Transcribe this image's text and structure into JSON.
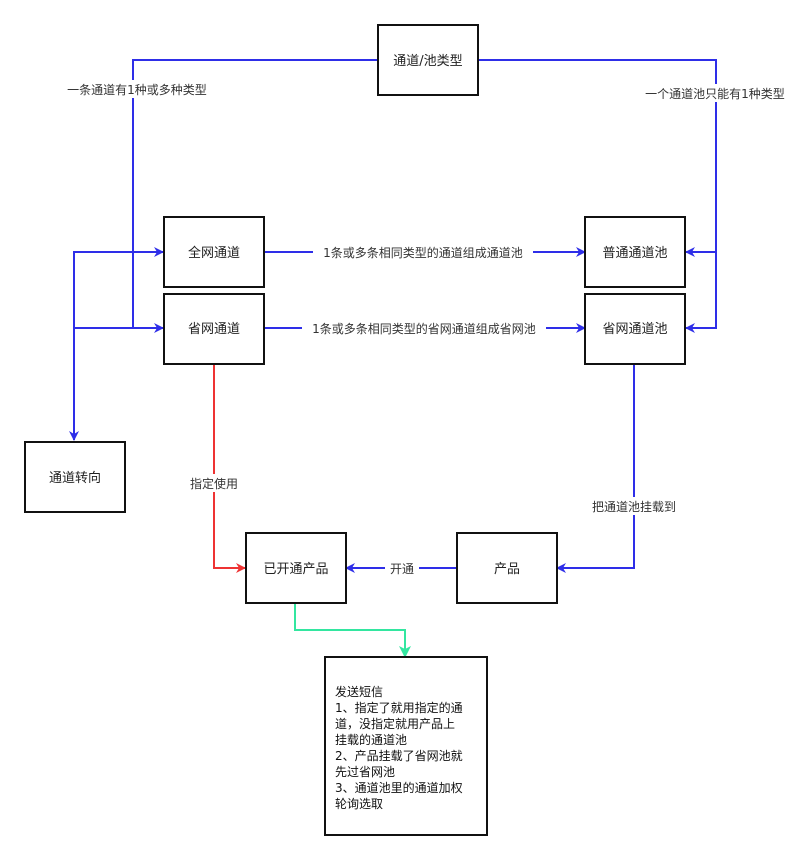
{
  "colors": {
    "blue": "#2e2ee8",
    "red": "#ee3333",
    "green": "#33e6a0",
    "box_border": "#111111"
  },
  "nodes": {
    "type": "通道/池类型",
    "all_network": "全网通道",
    "province_channel": "省网通道",
    "normal_pool": "普通通道池",
    "province_pool": "省网通道池",
    "redirect": "通道转向",
    "opened_product": "已开通产品",
    "product": "产品"
  },
  "edge_labels": {
    "channel_types": "一条通道有1种或多种类型",
    "pool_type": "一个通道池只能有1种类型",
    "form_pool": "1条或多条相同类型的通道组成通道池",
    "form_province_pool": "1条或多条相同类型的省网通道组成省网池",
    "assign_use": "指定使用",
    "mount_pool": "把通道池挂载到",
    "open": "开通"
  },
  "note": {
    "lines": [
      "发送短信",
      "1、指定了就用指定的通",
      "道，没指定就用产品上",
      "挂载的通道池",
      "2、产品挂载了省网池就",
      "先过省网池",
      "3、通道池里的通道加权",
      "轮询选取"
    ]
  }
}
